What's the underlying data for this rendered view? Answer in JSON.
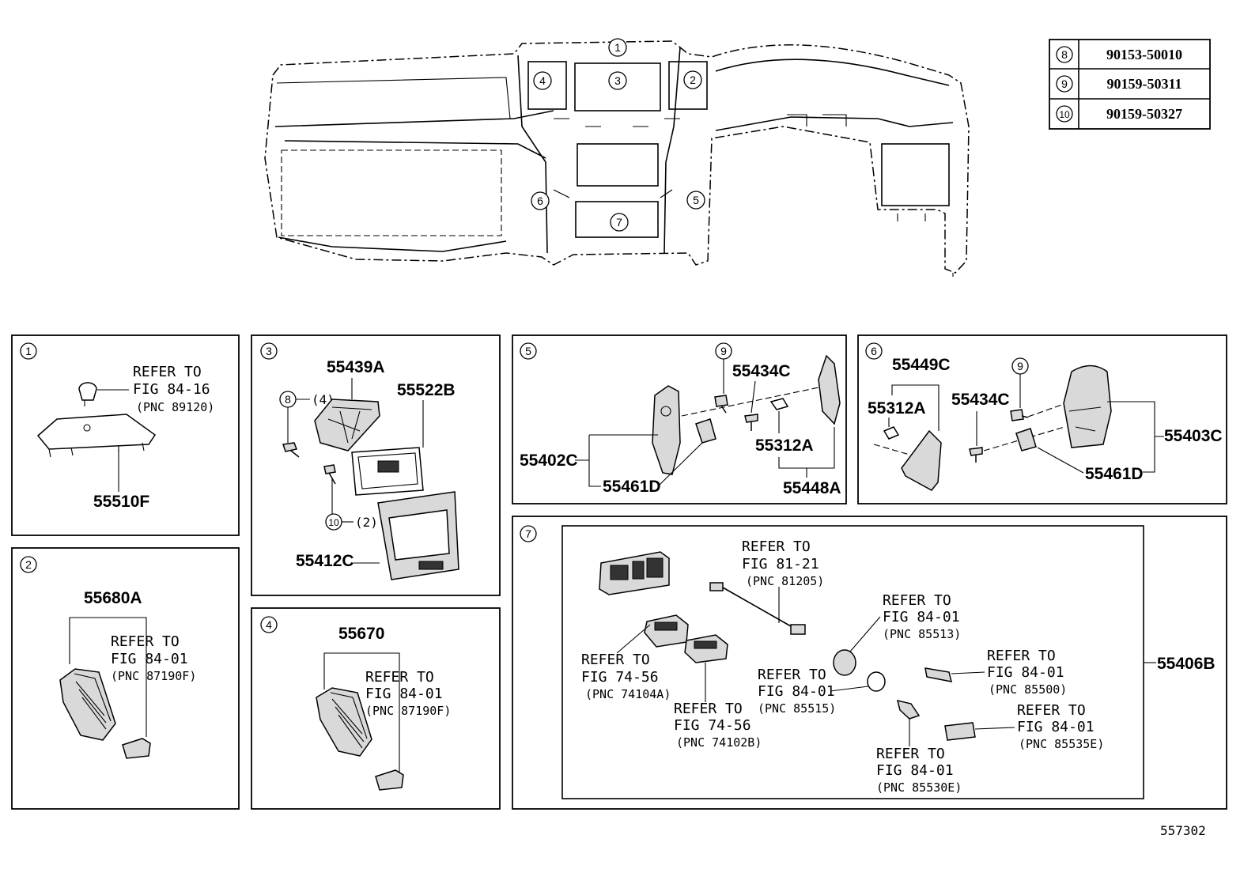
{
  "overview_callouts": [
    "1",
    "2",
    "3",
    "4",
    "5",
    "6",
    "7"
  ],
  "fastener_table": {
    "rows": [
      {
        "key": "8",
        "part_number": "90153-50010"
      },
      {
        "key": "9",
        "part_number": "90159-50311"
      },
      {
        "key": "10",
        "part_number": "90159-50327"
      }
    ]
  },
  "panels": {
    "p1": {
      "number": "1",
      "refer": [
        "REFER TO",
        "FIG 84-16",
        "(PNC 89120)"
      ],
      "part_number": "55510F"
    },
    "p2": {
      "number": "2",
      "part_number": "55680A",
      "refer": [
        "REFER TO",
        "FIG 84-01",
        "(PNC 87190F)"
      ]
    },
    "p3": {
      "number": "3",
      "parts": [
        "55439A",
        "55522B",
        "55412C"
      ],
      "screw_a": {
        "key": "8",
        "qty": "(4)"
      },
      "screw_b": {
        "key": "10",
        "qty": "(2)"
      }
    },
    "p4": {
      "number": "4",
      "part_number": "55670",
      "refer": [
        "REFER TO",
        "FIG 84-01",
        "(PNC 87190F)"
      ]
    },
    "p5": {
      "number": "5",
      "screw_key": "9",
      "parts": [
        "55434C",
        "55312A",
        "55402C",
        "55461D",
        "55448A"
      ]
    },
    "p6": {
      "number": "6",
      "screw_key": "9",
      "parts": [
        "55449C",
        "55312A",
        "55434C",
        "55403C",
        "55461D"
      ]
    },
    "p7": {
      "number": "7",
      "part_number": "55406B",
      "refers": [
        [
          "REFER TO",
          "FIG 81-21",
          "(PNC 81205)"
        ],
        [
          "REFER TO",
          "FIG 84-01",
          "(PNC 85513)"
        ],
        [
          "REFER TO",
          "FIG 74-56",
          "(PNC 74104A)"
        ],
        [
          "REFER TO",
          "FIG 84-01",
          "(PNC 85500)"
        ],
        [
          "REFER TO",
          "FIG 84-01",
          "(PNC 85515)"
        ],
        [
          "REFER TO",
          "FIG 74-56",
          "(PNC 74102B)"
        ],
        [
          "REFER TO",
          "FIG 84-01",
          "(PNC 85535E)"
        ],
        [
          "REFER TO",
          "FIG 84-01",
          "(PNC 85530E)"
        ]
      ]
    }
  },
  "drawing_number": "557302"
}
